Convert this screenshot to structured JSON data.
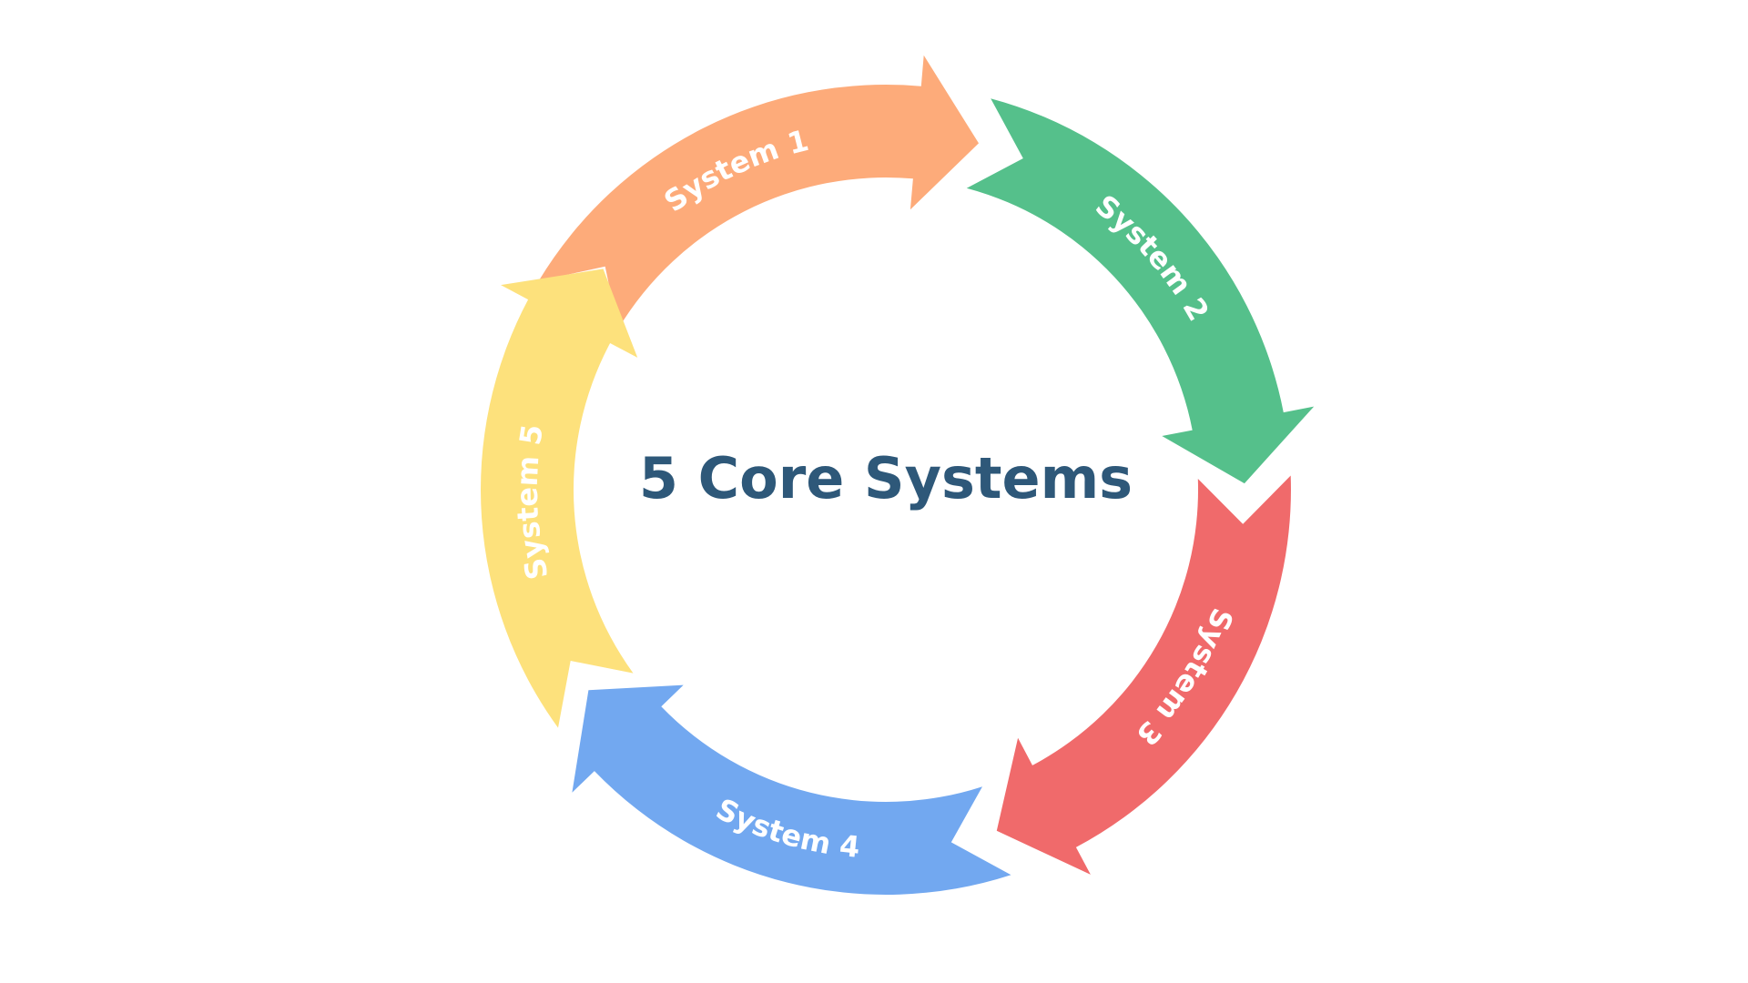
{
  "title": "5 Core Systems",
  "segments": [
    {
      "label": "System 1",
      "color": "#fdab7a"
    },
    {
      "label": "System 2",
      "color": "#55c08b"
    },
    {
      "label": "System 3",
      "color": "#f06a6b"
    },
    {
      "label": "System 4",
      "color": "#72a8f0"
    },
    {
      "label": "System 5",
      "color": "#fde17c"
    }
  ]
}
